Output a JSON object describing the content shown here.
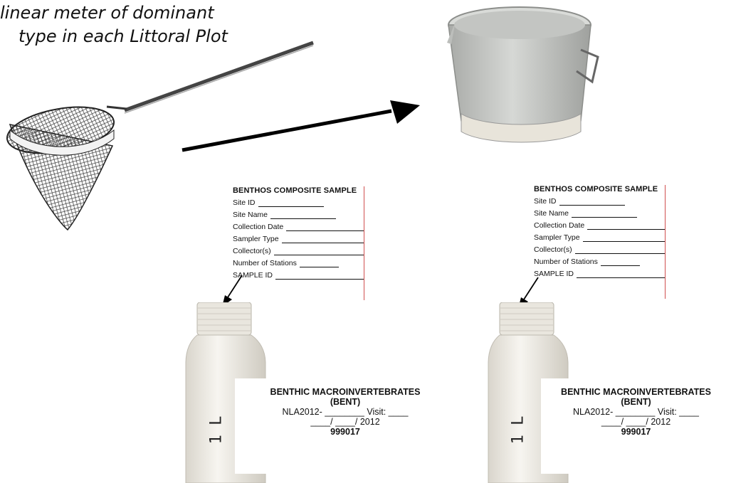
{
  "caption": {
    "line1": "linear meter of dominant",
    "line2": "type in each Littoral Plot"
  },
  "labels": [
    {
      "title": "BENTHOS COMPOSITE SAMPLE",
      "fields": [
        "Site ID",
        "Site Name",
        "Collection Date",
        "Sampler Type",
        "Collector(s)",
        "Number of Stations",
        "SAMPLE ID"
      ]
    },
    {
      "title": "BENTHOS COMPOSITE SAMPLE",
      "fields": [
        "Site ID",
        "Site Name",
        "Collection Date",
        "Sampler Type",
        "Collector(s)",
        "Number of Stations",
        "SAMPLE ID"
      ]
    }
  ],
  "bottles": [
    {
      "volume": "1 L",
      "line1": "BENTHIC MACROINVERTEBRATES",
      "line2": "(BENT)",
      "line3": "NLA2012- ________ Visit: ____",
      "line4": "____/ ____/ 2012",
      "sample_id": "999017"
    },
    {
      "volume": "1 L",
      "line1": "BENTHIC MACROINVERTEBRATES",
      "line2": "(BENT)",
      "line3": "NLA2012- ________ Visit: ____",
      "line4": "____/ ____/ 2012",
      "sample_id": "999017"
    }
  ],
  "icons": [
    "dip-net-illustration",
    "bucket-illustration",
    "arrow",
    "bottle-illustration"
  ],
  "colors": {
    "card_border": "#d05050",
    "bucket": "#c9cbc8",
    "bottle": "#ece9e1"
  }
}
